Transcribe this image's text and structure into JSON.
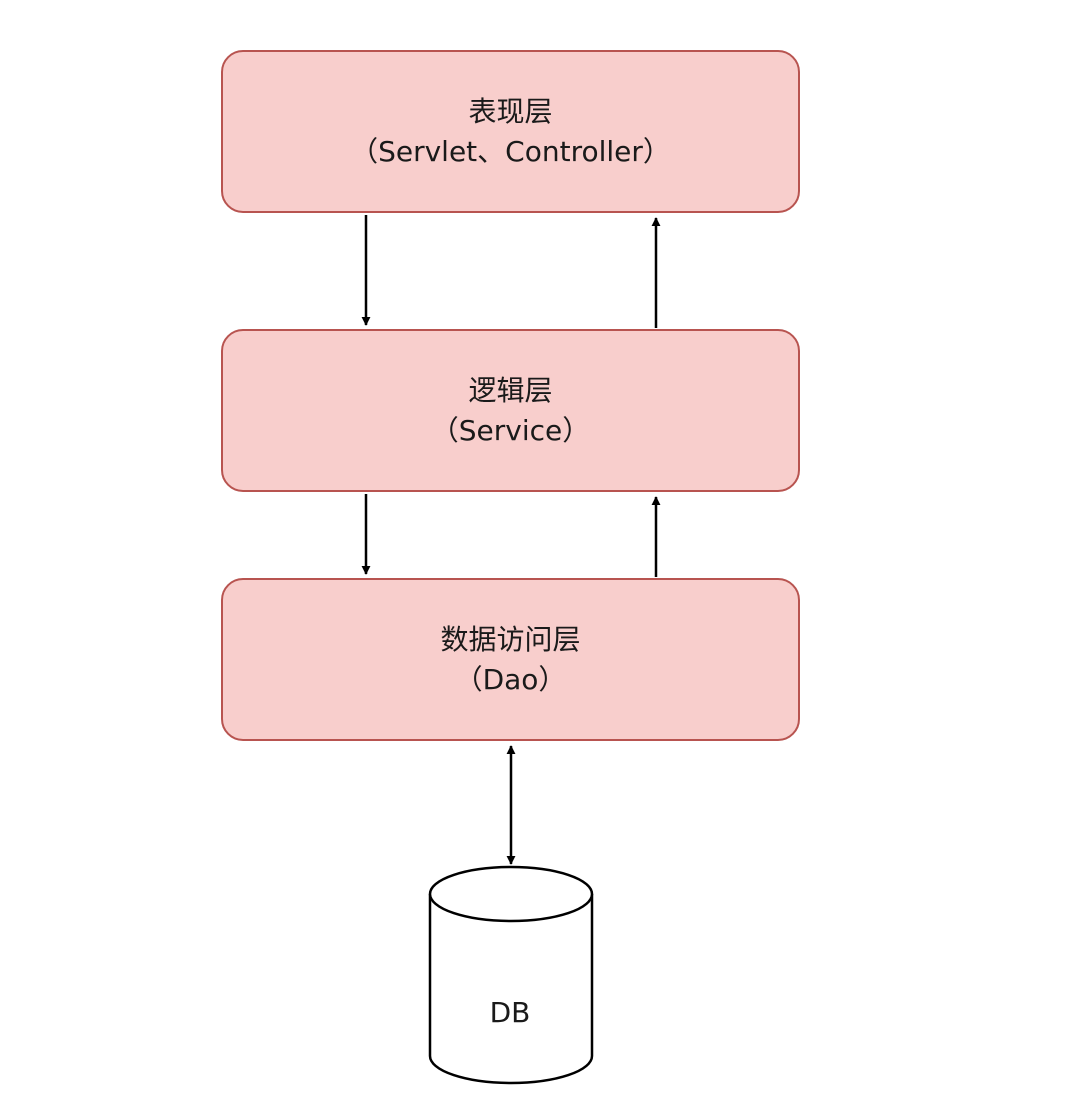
{
  "layers": [
    {
      "title": "表现层",
      "subtitle": "（Servlet、Controller）"
    },
    {
      "title": "逻辑层",
      "subtitle": "（Service）"
    },
    {
      "title": "数据访问层",
      "subtitle": "（Dao）"
    }
  ],
  "database": {
    "label": "DB"
  },
  "colors": {
    "box_fill": "#f8cecc",
    "box_stroke": "#b85450",
    "arrow": "#000000"
  }
}
